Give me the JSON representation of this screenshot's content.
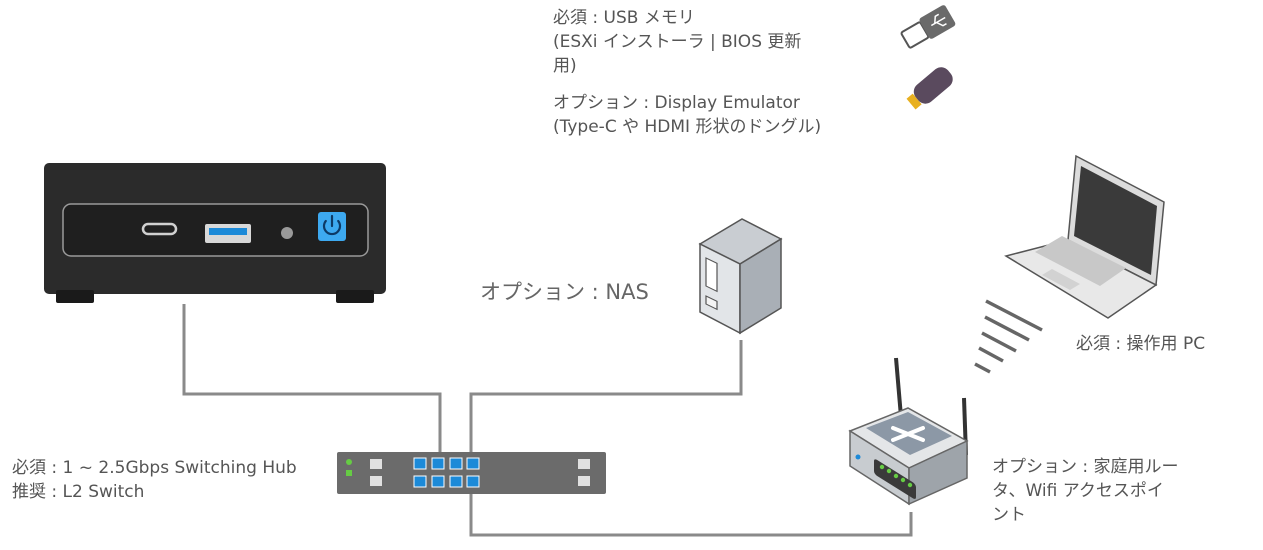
{
  "labels": {
    "usb": "必須 : USB メモリ\n(ESXi インストーラ | BIOS 更新\n用)",
    "display": "オプション : Display Emulator\n(Type-C や HDMI 形状のドングル)",
    "nas": "オプション : NAS",
    "pc": "必須 : 操作用 PC",
    "hub": "必須 : 1 ~ 2.5Gbps Switching Hub\n推奨 : L2 Switch",
    "router": "オプション : 家庭用ルー\nタ、Wifi アクセスポイ\nント"
  },
  "icons": {
    "mini_pc": "mini-pc-icon",
    "usb_connector": "usb-connector-icon",
    "usb_stick": "usb-stick-icon",
    "nas": "nas-server-icon",
    "laptop": "laptop-icon",
    "wifi_signal": "wifi-signal-icon",
    "switch": "network-switch-icon",
    "router": "wifi-router-icon"
  },
  "colors": {
    "cable": "#8a8a8a",
    "port_blue": "#1c8ad8",
    "device_dark": "#2b2b2b",
    "switch_body": "#6b6b6b",
    "led_green": "#66cc44"
  }
}
